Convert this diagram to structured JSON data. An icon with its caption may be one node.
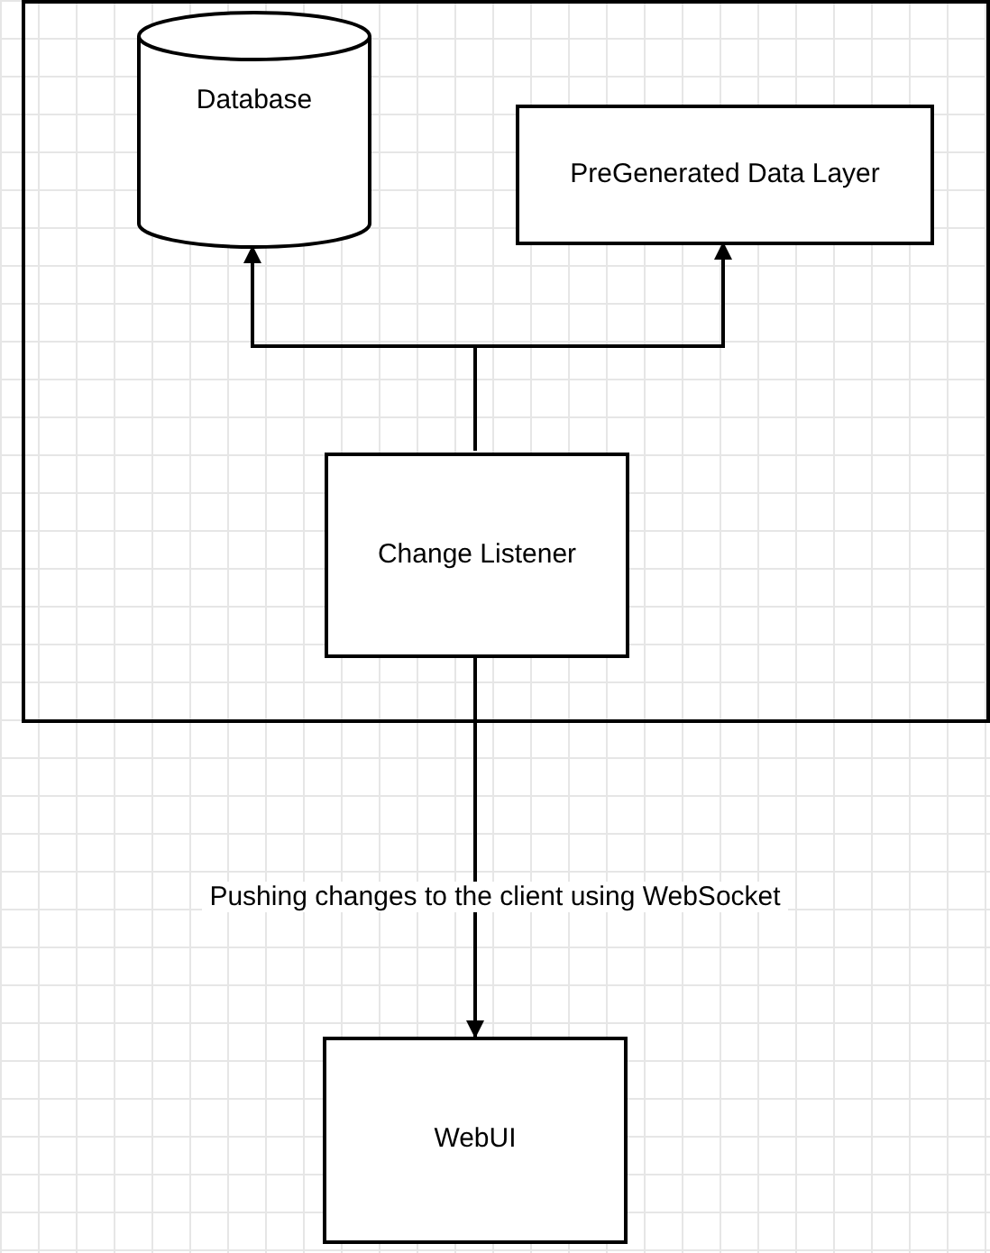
{
  "diagram": {
    "nodes": [
      {
        "text": [],
        "shape": "box"
      },
      {
        "text": [
          "Database"
        ],
        "in": 0
      },
      {
        "text": [
          "PreGenerated Data Layer"
        ],
        "in": 0
      },
      {
        "text": [
          "Change Listener"
        ],
        "in": 0
      },
      {
        "text": [
          "WebUI"
        ]
      }
    ],
    "edges": [
      {
        "from": 3,
        "to": 1,
        "arrow": "to"
      },
      {
        "from": 3,
        "to": 2,
        "arrow": "to"
      },
      {
        "from": 3,
        "to": 4,
        "arrow": "to",
        "label": "Pushing changes to the client using WebSocket"
      }
    ]
  }
}
